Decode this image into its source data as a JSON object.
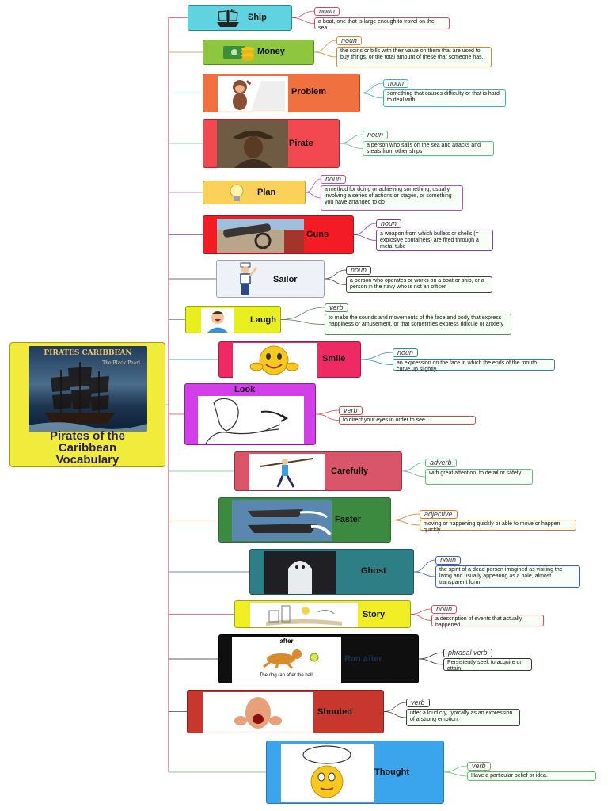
{
  "root": {
    "title_lines": [
      "Pirates of the",
      "Caribbean",
      "Vocabulary"
    ],
    "cover_title": "PIRATES CARIBBEAN",
    "cover_subtitle": "The Black Pearl"
  },
  "nodes": [
    {
      "word": "Ship",
      "pos": "noun",
      "definition": "a boat, one that is large enough to travel on the sea.",
      "color": "#5fd3df",
      "icon": "ship-icon"
    },
    {
      "word": "Money",
      "pos": "noun",
      "definition": "the coins or bills with their value on them that are used to buy things, or the total amount of these that someone has.",
      "color": "#8fc63f",
      "icon": "money-icon"
    },
    {
      "word": "Problem",
      "pos": "noun",
      "definition": "something that causes difficulty or that is hard to deal with.",
      "color": "#f0703f",
      "icon": "monkey-icon"
    },
    {
      "word": "Pirate",
      "pos": "noun",
      "definition": "a person who sails on the sea and attacks and steals from other ships",
      "color": "#f2484f",
      "icon": "pirate-icon"
    },
    {
      "word": "Plan",
      "pos": "noun",
      "definition": "a method for doing or achieving something, usually involving a series of actions or stages, or something you have arranged to do",
      "color": "#fbd15a",
      "icon": "lightbulb-icon"
    },
    {
      "word": "Guns",
      "pos": "noun",
      "definition": "a weapon from which bullets or shells (= explosive containers) are fired through a metal tube",
      "color": "#f31c24",
      "icon": "cannon-icon"
    },
    {
      "word": "Sailor",
      "pos": "noun",
      "definition": "a person who operates or works on a boat or ship, or a person in the navy who is not an officer",
      "color": "#eef2f8",
      "icon": "sailor-icon"
    },
    {
      "word": "Laugh",
      "pos": "verb",
      "definition": "to make the sounds and movements of the face and body that express happiness or amusement, or that sometimes express ridicule or anxiety",
      "color": "#e8ef1e",
      "icon": "laughing-man-icon"
    },
    {
      "word": "Smile",
      "pos": "noun",
      "definition": "an expression on the face in which the ends of the mouth curve up slightly.",
      "color": "#ef2a62",
      "icon": "smiley-icon"
    },
    {
      "word": "Look",
      "pos": "verb",
      "definition": "to direct your eyes in order to see",
      "color": "#d23ee8",
      "icon": "looking-man-icon"
    },
    {
      "word": "Carefully",
      "pos": "adverb",
      "definition": "with great attention, to detail or safety",
      "color": "#d9556a",
      "icon": "balancing-man-icon"
    },
    {
      "word": "Faster",
      "pos": "adjective",
      "definition": "moving or happening quickly or able to move or happen quickly",
      "color": "#3c8a3f",
      "icon": "speedboat-icon"
    },
    {
      "word": "Ghost",
      "pos": "noun",
      "definition": "the spirit of a dead person imagined as visiting the living and usually appearing as a pale, almost transparent form.",
      "color": "#2e7e86",
      "icon": "ghost-icon"
    },
    {
      "word": "Story",
      "pos": "noun",
      "definition": "a description of events that actually happened",
      "color": "#f2ee25",
      "icon": "storybook-icon"
    },
    {
      "word": "Ran after",
      "pos": "phrasal verb",
      "definition": "Persistently seek to acquire or attain",
      "color": "#0f0f0f",
      "icon": "dog-icon",
      "pic_title": "after",
      "pic_caption": "The dog ran after the ball."
    },
    {
      "word": "Shouted",
      "pos": "verb",
      "definition": "utter a loud cry, typically as an expression of a strong emotion.",
      "color": "#c8372e",
      "icon": "shouting-man-icon"
    },
    {
      "word": "Thought",
      "pos": "verb",
      "definition": "Have a particular belief or idea.",
      "color": "#3aa4ec",
      "icon": "thinking-face-icon"
    }
  ]
}
